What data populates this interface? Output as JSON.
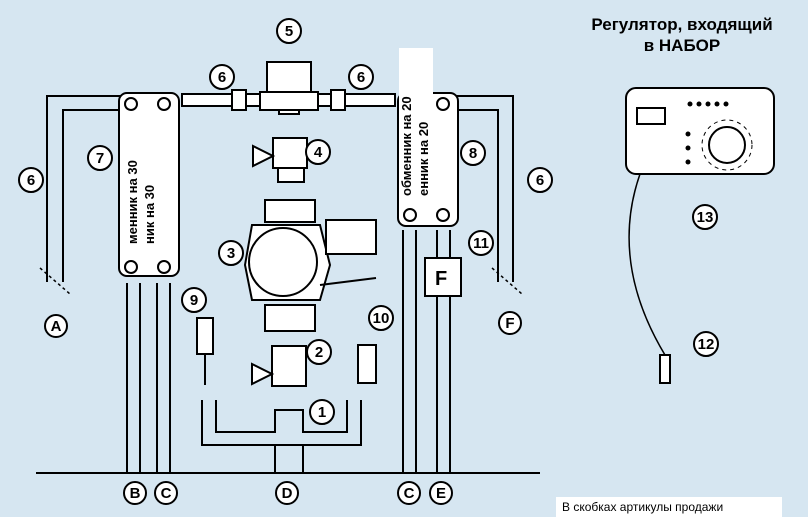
{
  "title": {
    "line1": "Регулятор, входящий",
    "line2": "в НАБОР"
  },
  "exchanger_left": {
    "label1": "менник на 30",
    "label2": "ник на 30"
  },
  "exchanger_right": {
    "label1": "обменник на 20",
    "label2": "енник на 20"
  },
  "callouts": [
    "1",
    "2",
    "3",
    "4",
    "5",
    "6",
    "7",
    "8",
    "9",
    "10",
    "11",
    "12",
    "13"
  ],
  "letters": [
    "A",
    "B",
    "C",
    "D",
    "C",
    "E",
    "F"
  ],
  "flow_meter_letter": "F",
  "footnote": "В скобках артикулы продажи",
  "colors": {
    "background": "#d6e6f1",
    "line": "#000000",
    "fill": "#ffffff"
  }
}
